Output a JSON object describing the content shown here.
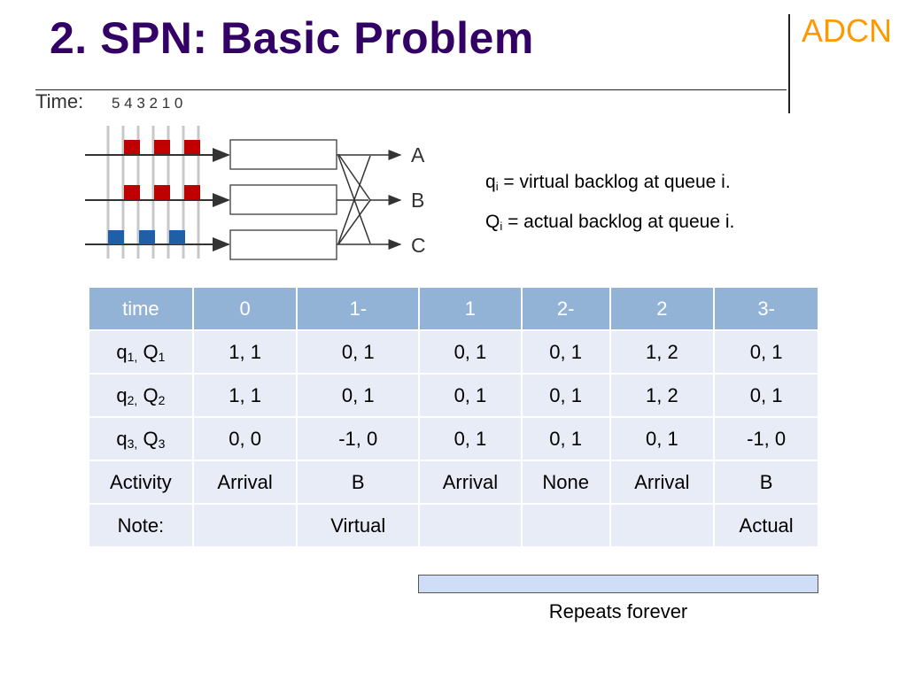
{
  "title": "2. SPN: Basic Problem",
  "brand": "ADCN",
  "diagram": {
    "time_label": "Time:",
    "time_ticks": "5 4 3 2 1 0",
    "outputs": [
      "A",
      "B",
      "C"
    ],
    "colors": {
      "red_packet": "#c00000",
      "blue_packet": "#1f5fa8"
    }
  },
  "definitions": {
    "q_sym": "q",
    "q_sub": "i",
    "q_text": " = virtual backlog at queue i.",
    "Q_sym": "Q",
    "Q_sub": "i",
    "Q_text": " = actual backlog at queue i."
  },
  "table": {
    "header": [
      "time",
      "0",
      "1-",
      "1",
      "2-",
      "2",
      "3-"
    ],
    "row_labels": [
      {
        "a": "q",
        "a_sub": "1,",
        "b": " Q",
        "b_sub": "1"
      },
      {
        "a": "q",
        "a_sub": "2,",
        "b": " Q",
        "b_sub": "2"
      },
      {
        "a": "q",
        "a_sub": "3,",
        "b": " Q",
        "b_sub": "3"
      }
    ],
    "rows": [
      [
        "1, 1",
        "0, 1",
        "0, 1",
        "0, 1",
        "1, 2",
        "0, 1"
      ],
      [
        "1, 1",
        "0, 1",
        "0, 1",
        "0, 1",
        "1, 2",
        "0, 1"
      ],
      [
        "0, 0",
        "-1, 0",
        "0, 1",
        "0, 1",
        "0, 1",
        "-1, 0"
      ]
    ],
    "activity": {
      "label": "Activity",
      "values": [
        "Arrival",
        "B",
        "Arrival",
        "None",
        "Arrival",
        "B"
      ]
    },
    "note": {
      "label": "Note:",
      "values": [
        "",
        "Virtual",
        "",
        "",
        "",
        "Actual"
      ]
    }
  },
  "repeat_label": "Repeats forever",
  "colors": {
    "title": "#330066",
    "brand": "#ff9900",
    "header_bg": "#93b3d6",
    "cell_bg": "#e7ecf6",
    "repeat_bar": "#cfddf6"
  }
}
